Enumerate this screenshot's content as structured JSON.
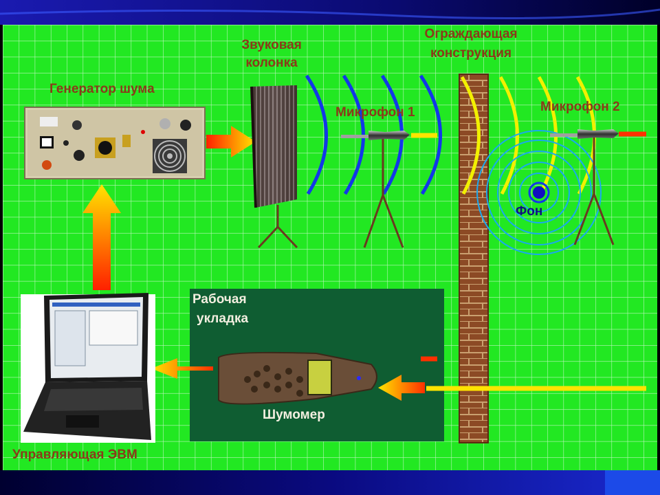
{
  "labels": {
    "generator": "Генератор шума",
    "speaker_line1": "Звуковая",
    "speaker_line2": "колонка",
    "wall_line1": "Ограждающая",
    "wall_line2": "конструкция",
    "mic1": "Микрофон 1",
    "mic2": "Микрофон 2",
    "background": "Фон",
    "workspace_line1": "Рабочая",
    "workspace_line2": "укладка",
    "meter": "Шумомер",
    "computer": "Управляющая ЭВМ"
  },
  "colors": {
    "grid_bg": "#22e822",
    "grid_line": "#b8f0b8",
    "header_blue": "#0c0c84",
    "workspace_bg": "#0f5d32",
    "label_dark": "#8a3a1a",
    "label_white": "#f3efe0",
    "wave_blue": "#1238e8",
    "wave_yellow": "#f2f000",
    "brick": "#8c4a25"
  }
}
